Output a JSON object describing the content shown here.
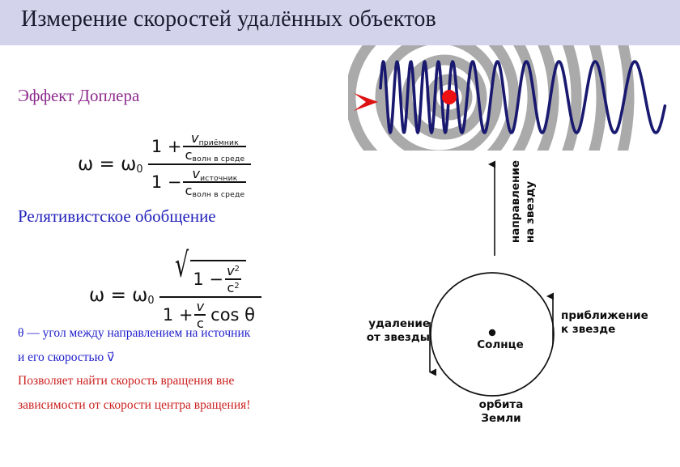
{
  "header": {
    "title": "Измерение скоростей удалённых объектов",
    "background_color": "#d3d3ec"
  },
  "left_column": {
    "heading_doppler": "Эффект Доплера",
    "heading_doppler_color": "#8e2b8e",
    "heading_relativistic": "Релятивистское обобщение",
    "heading_relativistic_color": "#2222bb",
    "theta_line_1": "θ — угол между направлением на источник",
    "theta_line_2": "и его скоростью v⃗",
    "theta_text_color": "#2222cc",
    "conclusion_line_1": "Позволяет найти скорость вращения вне",
    "conclusion_line_2": "зависимости от скорости центра вращения!",
    "conclusion_text_color": "#cc2222"
  },
  "formula_doppler": {
    "lhs": "ω = ω",
    "lhs_sub": "0",
    "outer_num_lead": "1 +",
    "outer_den_lead": "1 −",
    "num_inner_num_sym": "v",
    "num_inner_num_sub": "приёмник",
    "num_inner_den_sym": "c",
    "num_inner_den_sub": "волн в среде",
    "den_inner_num_sym": "v",
    "den_inner_num_sub": "источник",
    "den_inner_den_sym": "c",
    "den_inner_den_sub": "волн в среде"
  },
  "formula_relativistic": {
    "lhs": "ω = ω",
    "lhs_sub": "0",
    "radical_glyph": "√",
    "radicand_lead": "1 −",
    "radicand_frac_num": "v",
    "radicand_frac_num_sup": "2",
    "radicand_frac_den": "c",
    "radicand_frac_den_sup": "2",
    "den_lead": "1 +",
    "den_frac_num": "v",
    "den_frac_den": "c",
    "den_trail": "cos θ"
  },
  "wave_figure": {
    "name": "doppler-wave-diagram",
    "arc_color": "#aaaaaa",
    "wave_color": "#191970",
    "source_dot_color": "#ee1111",
    "motion_arrow_color": "#dd1111",
    "motion_arrow_direction": "left",
    "arc_count": 10,
    "compressed_side": "left",
    "expanded_side": "right"
  },
  "orbit_figure": {
    "name": "earth-orbit-doppler-diagram",
    "label_direction_star_line_1": "направление",
    "label_direction_star_line_2": "на звезду",
    "label_recession_line_1": "удаление",
    "label_recession_line_2": "от звезды",
    "label_approach_line_1": "приближение",
    "label_approach_line_2": "к звезде",
    "label_sun": "Солнце",
    "label_orbit_line_1": "орбита",
    "label_orbit_line_2": "Земли",
    "line_color": "#111111",
    "recession_arrow_direction": "down",
    "approach_arrow_direction": "up",
    "star_arrow_direction": "up"
  }
}
